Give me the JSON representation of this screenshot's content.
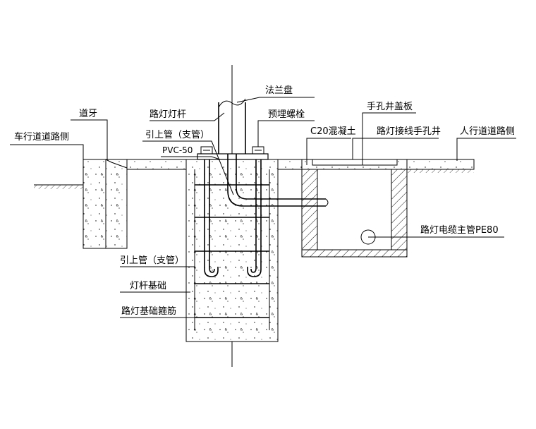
{
  "labels": {
    "flange": "法兰盘",
    "lamp_pole": "路灯灯杆",
    "embedded_bolt": "预埋螺栓",
    "lead_pipe_top": "引上管（支管）",
    "pvc": "PVC-50",
    "curb": "道牙",
    "roadway_side": "车行道道路侧",
    "handhole_cover": "手孔井盖板",
    "c20_concrete": "C20混凝土",
    "lamp_handhole": "路灯接线手孔井",
    "sidewalk_side": "人行道道路侧",
    "main_cable_pipe": "路灯电缆主管PE80",
    "lead_pipe_side": "引上管（支管）",
    "pole_foundation": "灯杆基础",
    "foundation_stirrup": "路灯基础箍筋"
  }
}
